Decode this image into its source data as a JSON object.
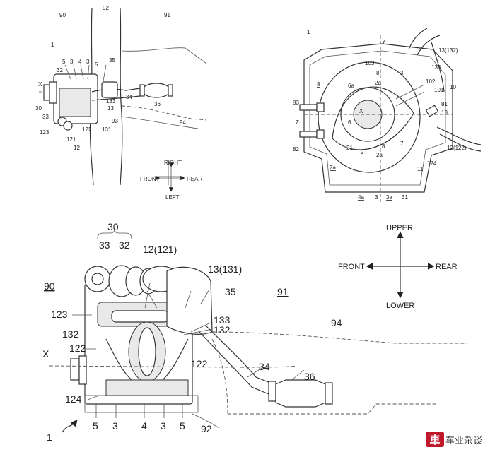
{
  "fig_a": {
    "labels": {
      "l90": "90",
      "l92": "92",
      "l91": "91",
      "l1": "1",
      "l5a": "5",
      "l3a": "3",
      "l4": "4",
      "l3b": "3",
      "l5b": "5",
      "l32": "32",
      "x": "X",
      "l35": "35",
      "l34": "34",
      "l36": "36",
      "l133": "133",
      "l13": "13",
      "l30": "30",
      "l33": "33",
      "l123": "123",
      "l121": "121",
      "l122": "122",
      "l12": "12",
      "l131": "131",
      "l93": "93",
      "l94": "94"
    },
    "compass": {
      "up": "RIGHT",
      "down": "LEFT",
      "left": "FRONT",
      "right": "REAR"
    }
  },
  "fig_b": {
    "labels": {
      "l1": "1",
      "y": "Y",
      "l13": "13(132)",
      "l133": "133",
      "l103": "103",
      "l8a": "8",
      "l3": "3",
      "l2a": "2a",
      "l102": "102",
      "l101": "101",
      "l10": "10",
      "l8b": "8",
      "l6a": "6a",
      "l83": "83",
      "x": "X",
      "l6": "6",
      "l81": "81",
      "l13b": "13",
      "z": "Z",
      "l82": "82",
      "l21": "21",
      "l2": "2",
      "l2ab": "2a",
      "l8c": "8",
      "l12": "12(122)",
      "l2ac": "2a",
      "l124": "124",
      "l11": "11",
      "l4a": "4a",
      "l3a": "3a",
      "l31": "31",
      "l3c": "3",
      "l7": "7"
    }
  },
  "fig_c": {
    "labels": {
      "l30": "30",
      "l33": "33",
      "l32": "32",
      "l12": "12(121)",
      "l13": "13(131)",
      "l35": "35",
      "l90": "90",
      "l91": "91",
      "l123": "123",
      "l133": "133",
      "l132a": "132",
      "l132b": "132",
      "l94": "94",
      "l122a": "122",
      "x": "X",
      "l122b": "122",
      "l34": "34",
      "l36": "36",
      "l124": "124",
      "b5a": "5",
      "b3a": "3",
      "b4": "4",
      "b3b": "3",
      "b5b": "5",
      "l1": "1",
      "l92": "92"
    },
    "compass": {
      "up": "UPPER",
      "down": "LOWER",
      "left": "FRONT",
      "right": "REAR"
    }
  },
  "watermark": {
    "logo": "車",
    "text": "车业杂谈"
  }
}
